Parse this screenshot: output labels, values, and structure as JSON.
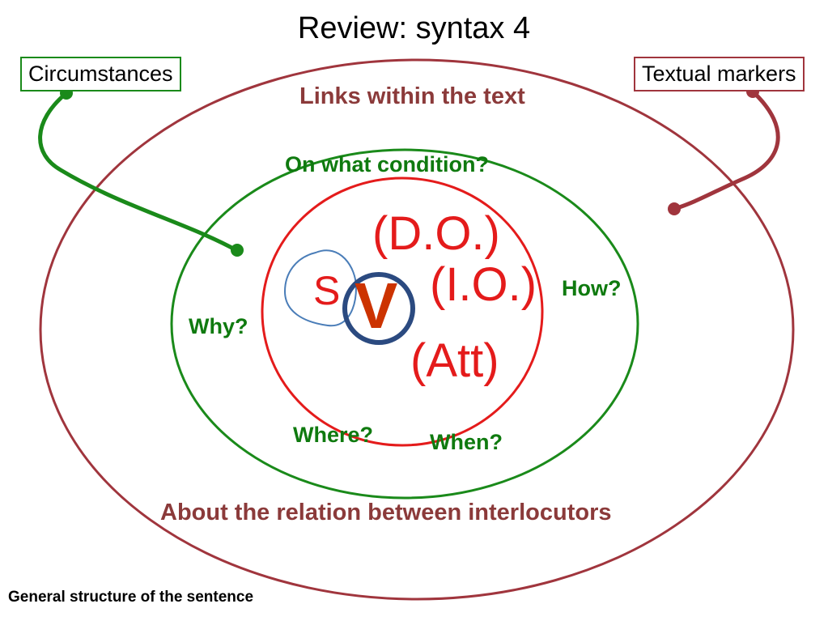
{
  "title": "Review: syntax 4",
  "boxes": {
    "circumstances": "Circumstances",
    "textual_markers": "Textual markers"
  },
  "outer": {
    "top_label": "Links within the text",
    "bottom_label": "About the relation between interlocutors"
  },
  "middle": {
    "questions": {
      "condition": "On what condition?",
      "why": "Why?",
      "how": "How?",
      "where": "Where?",
      "when": "When?"
    }
  },
  "core": {
    "subject": "S",
    "verb": "V",
    "direct_object": "(D.O.)",
    "indirect_object": "(I.O.)",
    "attribute": "(Att)"
  },
  "caption": "General structure of the sentence",
  "colors": {
    "outer_ellipse": "#a0353d",
    "middle_ellipse": "#1a8a1a",
    "inner_ellipse": "#e41b1b",
    "verb_circle": "#2b4a80",
    "subject_blob": "#4a7db8"
  }
}
